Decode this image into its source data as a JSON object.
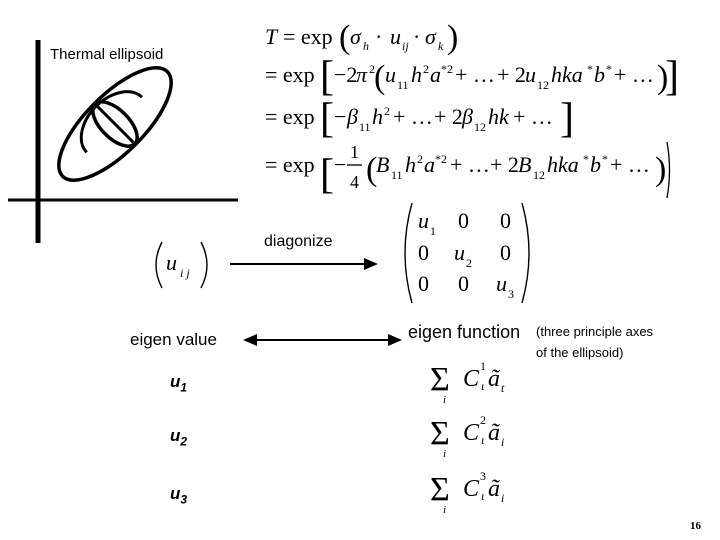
{
  "thermal_label": "Thermal ellipsoid",
  "diagonize_label": "diagonize",
  "eigen_value_label": "eigen value",
  "eigen_function_label": "eigen function",
  "eigen_function_note_line1": "(three principle axes",
  "eigen_function_note_line2": "of the ellipsoid)",
  "u_labels": [
    {
      "base": "u",
      "sub": "1"
    },
    {
      "base": "u",
      "sub": "2"
    },
    {
      "base": "u",
      "sub": "3"
    }
  ],
  "page_number": "16",
  "equations": {
    "line1": "T = exp(σ_h · u_ij · σ_k)",
    "line2": "= exp[−2π²(u11 h² a*² + … + 2u12 hk a* b* + …)]",
    "line3": "= exp[−β11 h² + … + 2β12 hk + …]",
    "line4": "= exp[−1/4 (B11 h² a*² + … + 2B12 hk a* b* + …)]",
    "matrix_uij": "(u_ij)",
    "diag_matrix": [
      "u1 0 0",
      "0 u2 0",
      "0 0 u3"
    ],
    "sums": [
      "Σ_i C¹_i ã_i",
      "Σ_i C²_i ã_i",
      "Σ_i C³_i ã_i"
    ]
  }
}
